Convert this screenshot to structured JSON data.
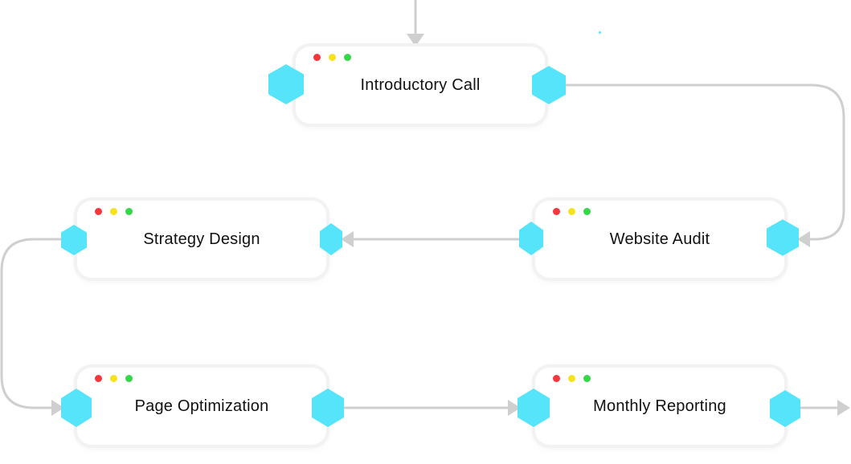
{
  "colors": {
    "hexagon": "#56e4fb",
    "connector": "#cfcfcf",
    "dot_red": "#f2383d",
    "dot_yellow": "#f8e21d",
    "dot_green": "#35d64b"
  },
  "steps": [
    {
      "label": "Introductory Call"
    },
    {
      "label": "Website Audit"
    },
    {
      "label": "Strategy Design"
    },
    {
      "label": "Page Optimization"
    },
    {
      "label": "Monthly Reporting"
    }
  ]
}
